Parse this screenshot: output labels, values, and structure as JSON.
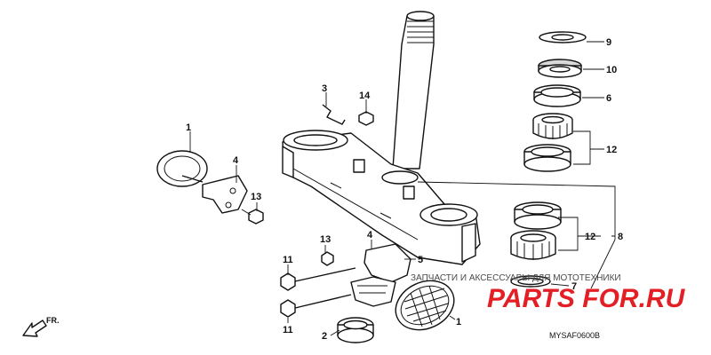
{
  "diagram": {
    "callouts": {
      "c1_top": "1",
      "c1_bottom": "1",
      "c2": "2",
      "c3": "3",
      "c4_left": "4",
      "c4_center": "4",
      "c5": "5",
      "c6": "6",
      "c7": "7",
      "c8": "8",
      "c9": "9",
      "c10": "10",
      "c11_upper": "11",
      "c11_lower": "11",
      "c12_upper": "12",
      "c12_lower": "12",
      "c13_left": "13",
      "c13_center": "13",
      "c14": "14"
    },
    "direction_label": "FR.",
    "part_code": "MYSAF0600B"
  },
  "watermark": {
    "tagline": "ЗАПЧАСТИ И АКСЕССУАРЫ ДЛЯ МОТОТЕХНИКИ",
    "logo": "PARTS FOR.RU",
    "logo_color": "#e31f25"
  }
}
